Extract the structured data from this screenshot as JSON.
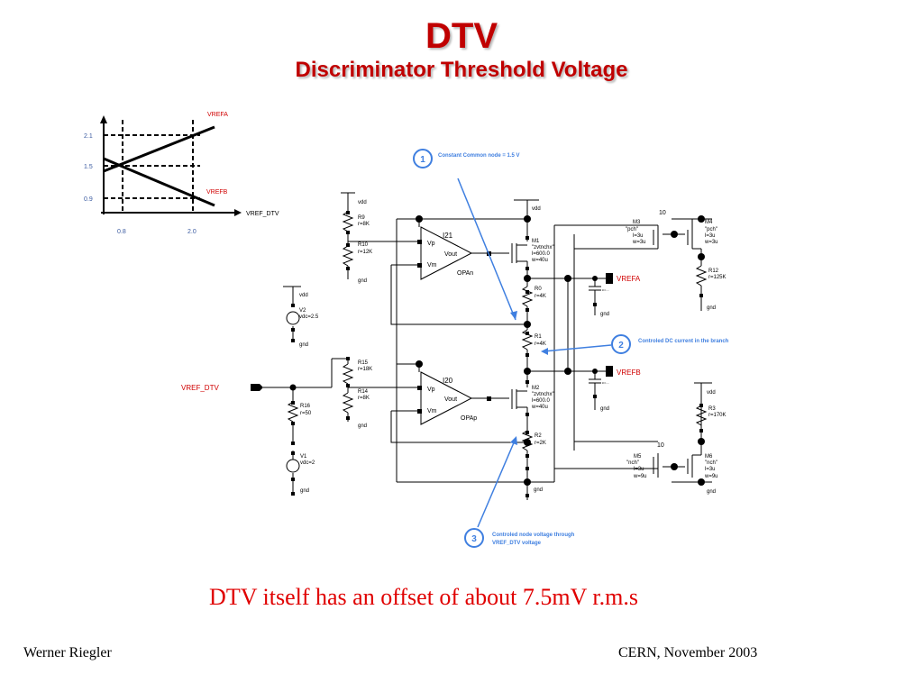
{
  "slide": {
    "title": "DTV",
    "subtitle": "Discriminator Threshold Voltage",
    "caption": "DTV itself has an offset of about 7.5mV r.m.s",
    "footer_left": "Werner Riegler",
    "footer_right": "CERN, November 2003"
  },
  "graph": {
    "line_top_label": "VREFA",
    "line_bottom_label": "VREFB",
    "x_axis_label": "VREF_DTV",
    "y_ticks": [
      "2.1",
      "1.5",
      "0.9"
    ],
    "x_ticks": [
      "0.8",
      "2.0"
    ]
  },
  "schematic": {
    "annotations": [
      {
        "num": "1",
        "text": "Constant Common node = 1.5 V"
      },
      {
        "num": "2",
        "text": "Controled DC current in the branch"
      },
      {
        "num": "3",
        "text": "Controled node voltage through",
        "text2": "VREF_DTV voltage"
      }
    ],
    "input_label": "VREF_DTV",
    "output_a": "VREFA",
    "output_b": "VREFB",
    "opamp_top": {
      "name": "I21",
      "plus": "Vp",
      "minus": "Vm",
      "out": "Vout",
      "type": "OPAn"
    },
    "opamp_bottom": {
      "name": "I20",
      "plus": "Vp",
      "minus": "Vm",
      "out": "Vout",
      "type": "OPAp"
    },
    "vdd": "vdd",
    "gnd": "gnd",
    "r9": [
      "R9",
      "r=8K"
    ],
    "r10": [
      "R10",
      "r=12K"
    ],
    "r15": [
      "R15",
      "r=18K"
    ],
    "r14": [
      "R14",
      "r=8K"
    ],
    "r16": [
      "R16",
      "r=50"
    ],
    "v2": [
      "V2",
      "vdc=2.5"
    ],
    "v1": [
      "V1",
      "vdc=2"
    ],
    "m1": [
      "M1",
      "\"zvtnchx\"",
      "l=600.0",
      "w=40u"
    ],
    "m2": [
      "M2",
      "\"zvtnchx\"",
      "l=600.0",
      "w=40u"
    ],
    "r0": [
      "R0",
      "r=4K"
    ],
    "r1": [
      "R1",
      "r=4K"
    ],
    "r2": [
      "R2",
      "r=2K"
    ],
    "m3": [
      "M3",
      "\"pch\"",
      "l=3u",
      "w=3u"
    ],
    "m4": [
      "M4",
      "\"pch\"",
      "l=3u",
      "w=3u"
    ],
    "m5": [
      "M5",
      "\"nch\"",
      "l=3u",
      "w=9u"
    ],
    "m6": [
      "M6",
      "\"nch\"",
      "l=3u",
      "w=9u"
    ],
    "r12": [
      "R12",
      "r=125K"
    ],
    "r3": [
      "R3",
      "r=170K"
    ],
    "mult_top": "10",
    "mult_bottom": "10",
    "cap": "c=...",
    "vdd_labels": "vdd",
    "gnd_labels": "gnd"
  },
  "colors": {
    "title": "#c00000",
    "caption": "#e00000",
    "callout": "#3f7fe0",
    "label_red": "#d00000"
  }
}
